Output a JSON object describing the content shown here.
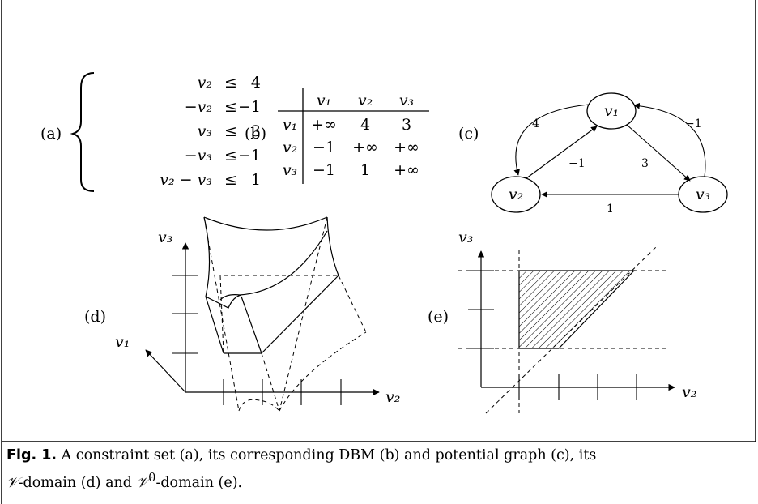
{
  "panel_labels": {
    "a": "(a)",
    "b": "(b)",
    "c": "(c)",
    "d": "(d)",
    "e": "(e)"
  },
  "constraints": [
    {
      "lhs": "v₂",
      "op": "≤",
      "rhs": "4"
    },
    {
      "lhs": "−v₂",
      "op": "≤",
      "rhs": "−1"
    },
    {
      "lhs": "v₃",
      "op": "≤",
      "rhs": "3"
    },
    {
      "lhs": "−v₃",
      "op": "≤",
      "rhs": "−1"
    },
    {
      "lhs": "v₂ − v₃",
      "op": "≤",
      "rhs": "1"
    }
  ],
  "dbm": {
    "col_headers": [
      "v₁",
      "v₂",
      "v₃"
    ],
    "row_headers": [
      "v₁",
      "v₂",
      "v₃"
    ],
    "rows": [
      [
        "+∞",
        "4",
        "3"
      ],
      [
        "−1",
        "+∞",
        "+∞"
      ],
      [
        "−1",
        "1",
        "+∞"
      ]
    ]
  },
  "graph": {
    "nodes": [
      "v₁",
      "v₂",
      "v₃"
    ],
    "edges": [
      {
        "from": "v₁",
        "to": "v₂",
        "label": "4"
      },
      {
        "from": "v₂",
        "to": "v₁",
        "label": "−1"
      },
      {
        "from": "v₁",
        "to": "v₃",
        "label": "3"
      },
      {
        "from": "v₃",
        "to": "v₁",
        "label": "−1"
      },
      {
        "from": "v₃",
        "to": "v₂",
        "label": "1"
      }
    ]
  },
  "plot_d": {
    "axis_x": "v₂",
    "axis_y": "v₃",
    "axis_z": "v₁"
  },
  "plot_e": {
    "axis_x": "v₂",
    "axis_y": "v₃"
  },
  "caption": {
    "label": "Fig. 1.",
    "line1": " A constraint set (a), its corresponding DBM (b) and potential graph (c), its",
    "line2": "-domain (d) and ",
    "line2_end": "-domain (e).",
    "v_symbol": "𝒱",
    "v0_symbol": "𝒱",
    "v0_sup": "0"
  }
}
